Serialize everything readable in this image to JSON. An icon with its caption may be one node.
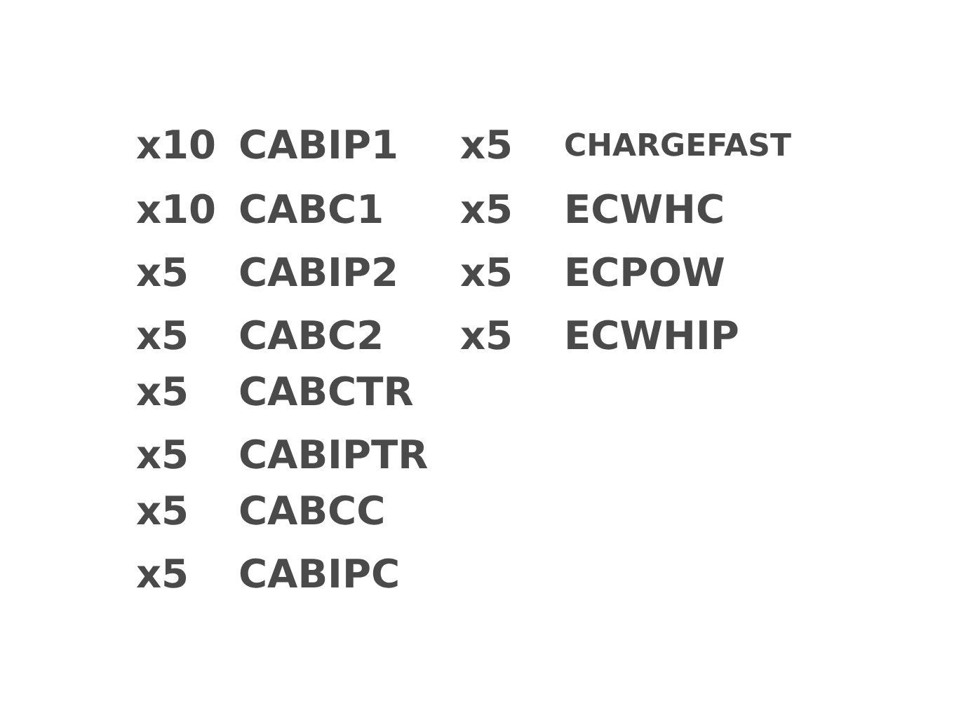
{
  "diagram": {
    "labels": [
      "x10",
      "CABIP1",
      "x5",
      "CHARGEFAST",
      "x10",
      "CABC1",
      "x5",
      "ECWHC",
      "x5",
      "CABIP2",
      "x5",
      "ECPOW",
      "x5",
      "CABC2",
      "x5",
      "ECWHIP",
      "x5",
      "CABCTR",
      "x5",
      "CABIPTR",
      "x5",
      "CABCC",
      "x5",
      "CABIPC"
    ]
  }
}
